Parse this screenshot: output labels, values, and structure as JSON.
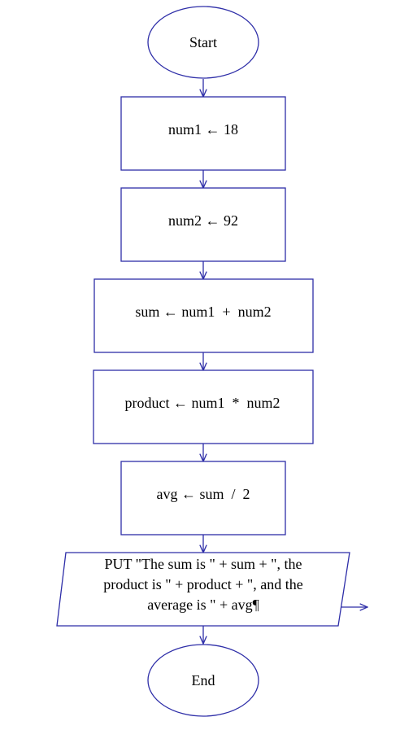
{
  "diagram": {
    "colors": {
      "stroke": "#2e2ea8",
      "fill": "#ffffff",
      "text": "#000000"
    },
    "nodes": {
      "start": {
        "shape": "ellipse",
        "text": "Start"
      },
      "num1": {
        "shape": "rectangle",
        "text": "num1 ← 18"
      },
      "num2": {
        "shape": "rectangle",
        "text": "num2 ← 92"
      },
      "sum": {
        "shape": "rectangle",
        "text": "sum ← num1  +  num2"
      },
      "product": {
        "shape": "rectangle",
        "text": "product ← num1  *  num2"
      },
      "avg": {
        "shape": "rectangle",
        "text": "avg ← sum  /  2"
      },
      "output": {
        "shape": "parallelogram",
        "lines": [
          "PUT \"The sum is \" + sum + \", the",
          "product is \" + product + \", and the",
          "average is \" + avg¶"
        ]
      },
      "end": {
        "shape": "ellipse",
        "text": "End"
      }
    },
    "edges": [
      [
        "start",
        "num1"
      ],
      [
        "num1",
        "num2"
      ],
      [
        "num2",
        "sum"
      ],
      [
        "sum",
        "product"
      ],
      [
        "product",
        "avg"
      ],
      [
        "avg",
        "output"
      ],
      [
        "output",
        "end"
      ]
    ],
    "output_arrow": true
  }
}
